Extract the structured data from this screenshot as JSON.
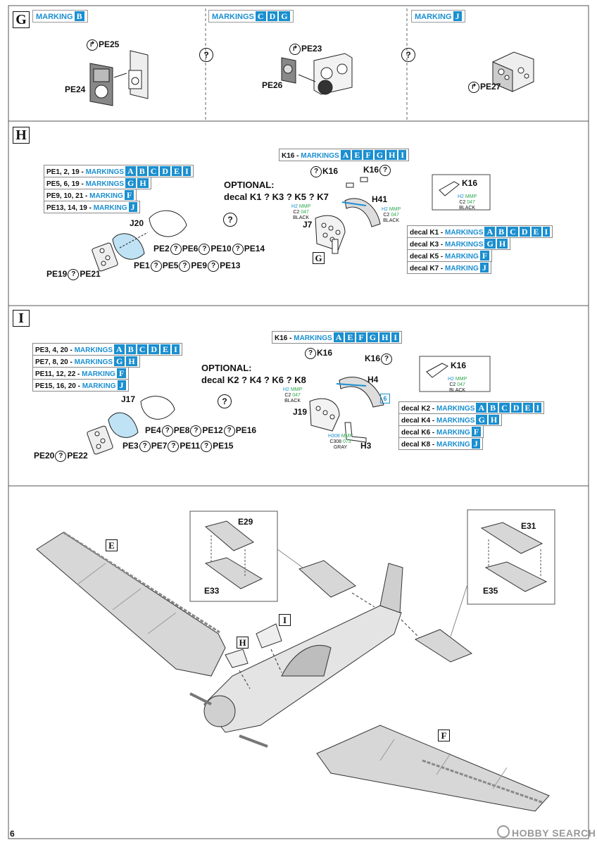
{
  "page_number": "6",
  "watermark": "HOBBY SEARCH",
  "G": {
    "step": "G",
    "markings": [
      {
        "head": "MARKING",
        "boxes": [
          "B"
        ]
      },
      {
        "head": "MARKINGS",
        "boxes": [
          "C",
          "D",
          "G"
        ]
      },
      {
        "head": "MARKING",
        "boxes": [
          "J"
        ]
      }
    ],
    "labels": [
      "PE25",
      "PE24",
      "PE23",
      "PE26",
      "PE27"
    ]
  },
  "H": {
    "step": "H",
    "rows": [
      {
        "label": "PE1, 2, 19 - ",
        "mk": "MARKINGS",
        "boxes": [
          "A",
          "B",
          "C",
          "D",
          "E",
          "I"
        ]
      },
      {
        "label": "PE5, 6, 19 - ",
        "mk": "MARKINGS",
        "boxes": [
          "G",
          "H"
        ]
      },
      {
        "label": "PE9, 10, 21 - ",
        "mk": "MARKING",
        "boxes": [
          "F"
        ]
      },
      {
        "label": "PE13, 14, 19 - ",
        "mk": "MARKING",
        "boxes": [
          "J"
        ]
      }
    ],
    "optional": [
      "OPTIONAL:",
      "decal K1 ? K3 ? K5 ? K7"
    ],
    "k16_row": {
      "label": "K16 - ",
      "mk": "MARKINGS",
      "boxes": [
        "A",
        "E",
        "F",
        "G",
        "H",
        "I"
      ]
    },
    "decals": [
      {
        "label": "decal K1 - ",
        "mk": "MARKINGS",
        "boxes": [
          "A",
          "B",
          "C",
          "D",
          "E",
          "I"
        ]
      },
      {
        "label": "decal K3 - ",
        "mk": "MARKINGS",
        "boxes": [
          "G",
          "H"
        ]
      },
      {
        "label": "decal K5 - ",
        "mk": "MARKING",
        "boxes": [
          "F"
        ]
      },
      {
        "label": "decal K7 - ",
        "mk": "MARKING",
        "boxes": [
          "J"
        ]
      }
    ],
    "parts": {
      "j20": "J20",
      "j7": "J7",
      "h41": "H41",
      "k16a": "K16",
      "k16b": "K16",
      "k16c": "K16",
      "tag": "G"
    },
    "pe_row1": [
      "PE2",
      "PE6",
      "PE10",
      "PE14"
    ],
    "pe_row2": [
      "PE1",
      "PE5",
      "PE9",
      "PE13"
    ],
    "pe_row3": [
      "PE19",
      "PE21"
    ],
    "paint": {
      "h2": "H2",
      "mmp": "MMP",
      "c2": "C2",
      "n047": "047",
      "black": "BLACK"
    }
  },
  "I": {
    "step": "I",
    "rows": [
      {
        "label": "PE3, 4, 20 - ",
        "mk": "MARKINGS",
        "boxes": [
          "A",
          "B",
          "C",
          "D",
          "E",
          "I"
        ]
      },
      {
        "label": "PE7, 8, 20 - ",
        "mk": "MARKINGS",
        "boxes": [
          "G",
          "H"
        ]
      },
      {
        "label": "PE11, 12, 22 - ",
        "mk": "MARKING",
        "boxes": [
          "F"
        ]
      },
      {
        "label": "PE15, 16, 20 - ",
        "mk": "MARKING",
        "boxes": [
          "J"
        ]
      }
    ],
    "optional": [
      "OPTIONAL:",
      "decal K2 ? K4 ? K6 ? K8"
    ],
    "k16_row": {
      "label": "K16 - ",
      "mk": "MARKINGS",
      "boxes": [
        "A",
        "E",
        "F",
        "G",
        "H",
        "I"
      ]
    },
    "decals": [
      {
        "label": "decal K2 - ",
        "mk": "MARKINGS",
        "boxes": [
          "A",
          "B",
          "C",
          "D",
          "E",
          "I"
        ]
      },
      {
        "label": "decal K4 - ",
        "mk": "MARKINGS",
        "boxes": [
          "G",
          "H"
        ]
      },
      {
        "label": "decal K6 - ",
        "mk": "MARKING",
        "boxes": [
          "F"
        ]
      },
      {
        "label": "decal K8 - ",
        "mk": "MARKING",
        "boxes": [
          "J"
        ]
      }
    ],
    "parts": {
      "j17": "J17",
      "j19": "J19",
      "h4": "H4",
      "h3": "H3",
      "k16a": "K16",
      "k16b": "K16",
      "k16c": "K16",
      "six": "6"
    },
    "pe_row1": [
      "PE4",
      "PE8",
      "PE12",
      "PE16"
    ],
    "pe_row2": [
      "PE3",
      "PE7",
      "PE11",
      "PE15"
    ],
    "pe_row3": [
      "PE20",
      "PE22"
    ],
    "paint": {
      "h2": "H2",
      "mmp": "MMP",
      "c2": "C2",
      "n047": "047",
      "black": "BLACK",
      "h308": "H308",
      "n073": "073",
      "c308": "C308",
      "gray": "GRAY"
    }
  },
  "final": {
    "tags": [
      "E",
      "F",
      "H",
      "I"
    ],
    "inset_left": [
      "E29",
      "E33"
    ],
    "inset_right": [
      "E31",
      "E35"
    ]
  }
}
